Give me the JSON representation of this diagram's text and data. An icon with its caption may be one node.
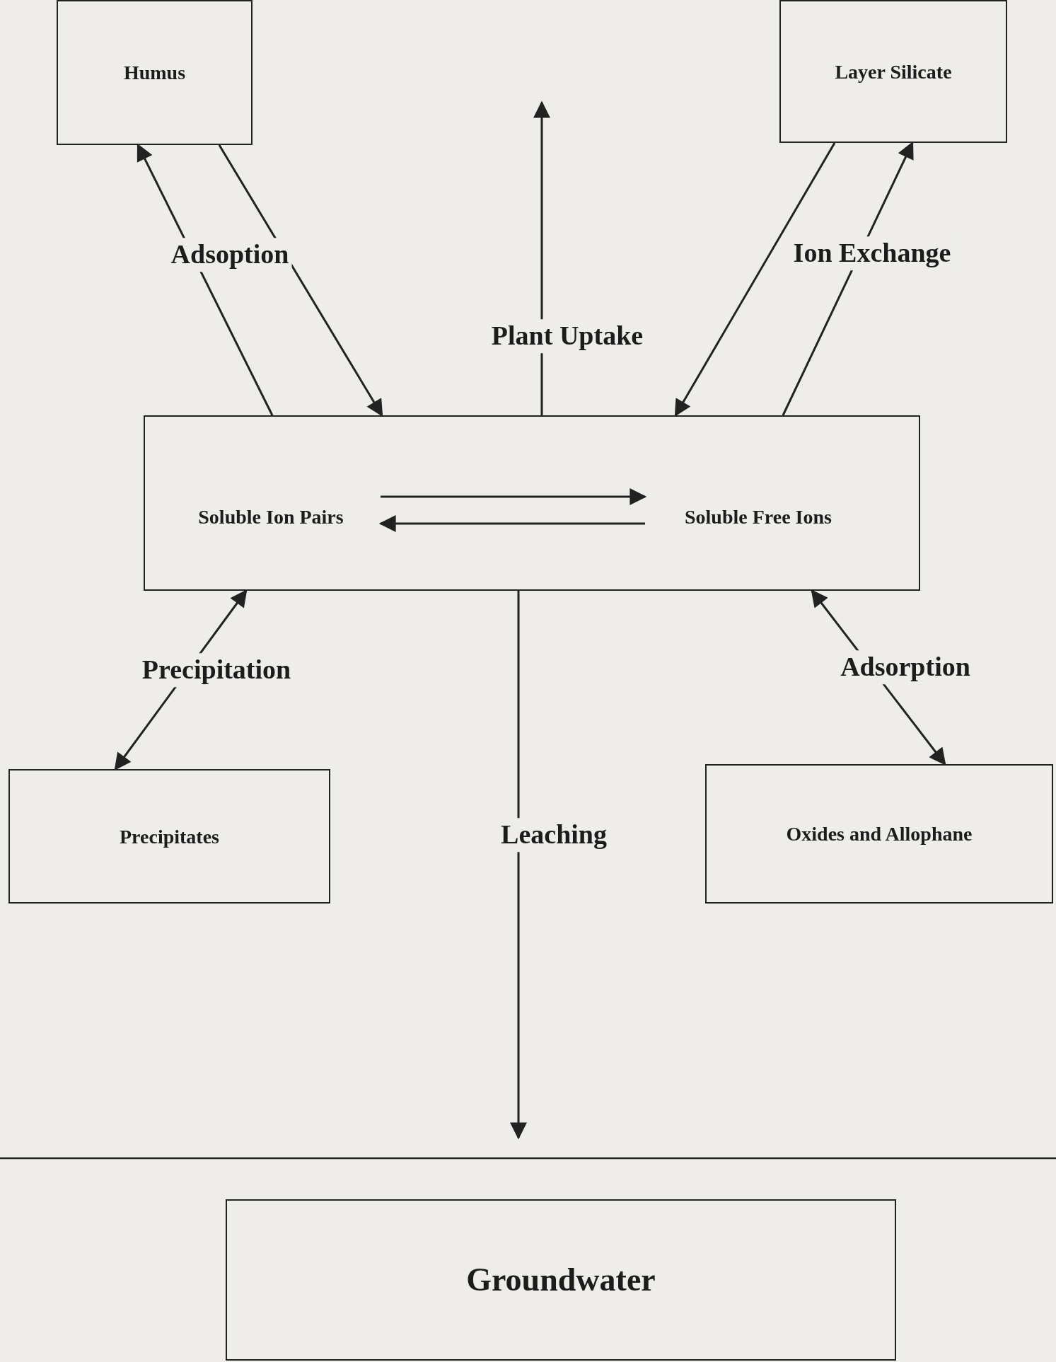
{
  "diagram": {
    "nodes": [
      {
        "text": [
          "Humus"
        ]
      },
      {
        "text": [
          "Layer Silicate"
        ]
      },
      {
        "text": [],
        "shape": "box"
      },
      {
        "text": [
          "Soluble Ion Pairs"
        ],
        "in": 2
      },
      {
        "text": [
          "Soluble Free Ions"
        ],
        "in": 2
      },
      {
        "text": [
          "Precipitates"
        ]
      },
      {
        "text": [
          "Oxides and Allophane"
        ]
      },
      {
        "text": [
          "Groundwater"
        ]
      }
    ],
    "edges": [
      {
        "from": 2,
        "to": 0,
        "arrow": "to"
      },
      {
        "from": 0,
        "to": 2,
        "arrow": "to"
      },
      {
        "from": 2,
        "to": null,
        "arrow": "to"
      },
      {
        "from": 1,
        "to": 2,
        "arrow": "to"
      },
      {
        "from": 2,
        "to": 1,
        "arrow": "to"
      },
      {
        "from": 3,
        "to": 4,
        "arrow": "to"
      },
      {
        "from": 4,
        "to": 3,
        "arrow": "to"
      },
      {
        "from": 2,
        "to": 5,
        "arrow": "both"
      },
      {
        "from": 2,
        "to": 6,
        "arrow": "both"
      },
      {
        "from": 2,
        "to": null,
        "arrow": "to"
      }
    ],
    "labels": [
      "Adsoption",
      "Ion Exchange",
      "Plant Uptake",
      "Precipitation",
      "Adsorption",
      "Leaching"
    ]
  }
}
